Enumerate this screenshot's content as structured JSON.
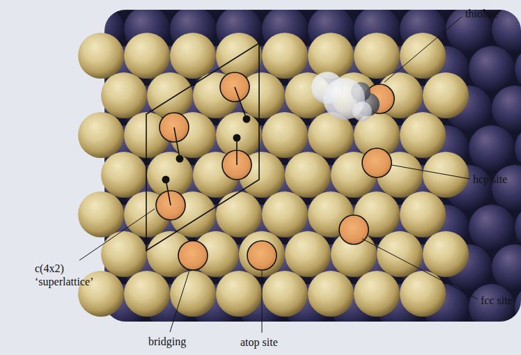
{
  "diagram": {
    "labels": [
      "thiolate",
      "hcp site",
      "fcc site",
      "atop site",
      "bridging",
      "c(4x2) ‘superlattice’"
    ]
  }
}
